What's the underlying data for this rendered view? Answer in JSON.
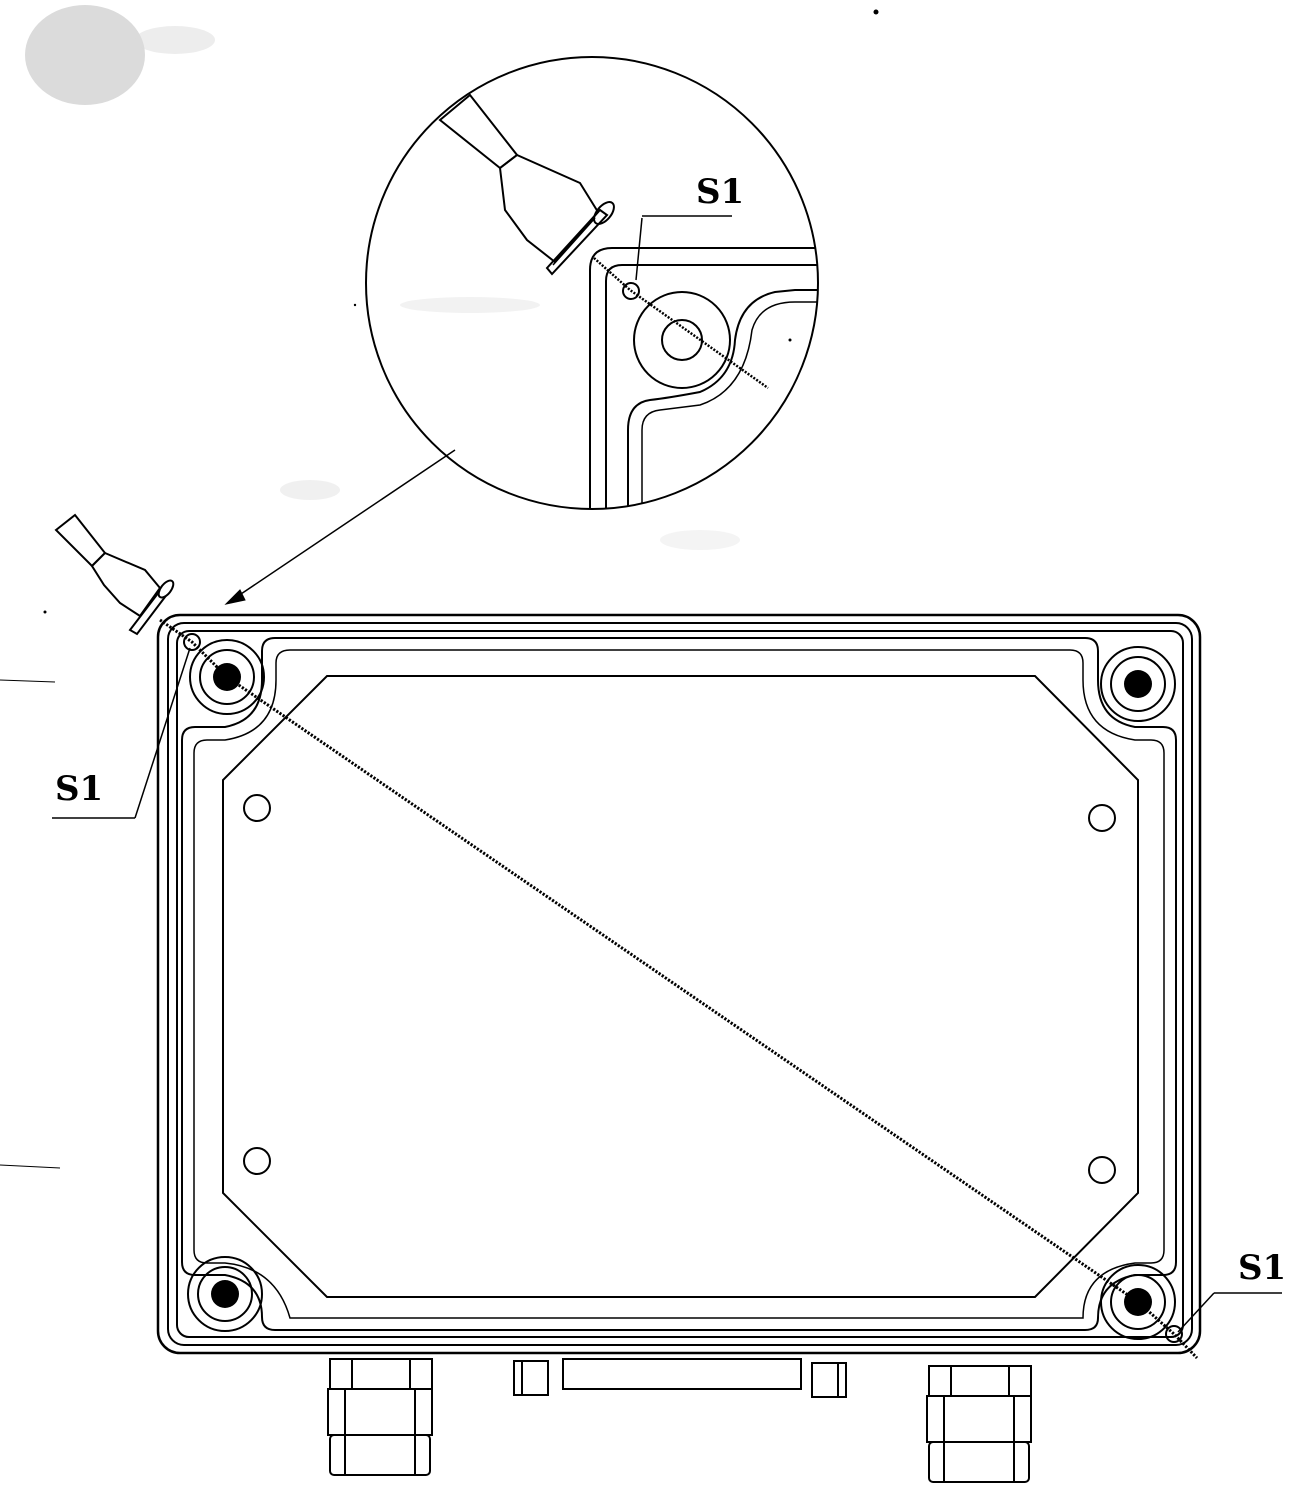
{
  "labels": {
    "seal_detail": "S1",
    "seal_top_left": "S1",
    "seal_bottom_right": "S1"
  },
  "colors": {
    "ink": "#000000",
    "paper": "#ffffff",
    "scan_noise": "#bdbdbd"
  }
}
